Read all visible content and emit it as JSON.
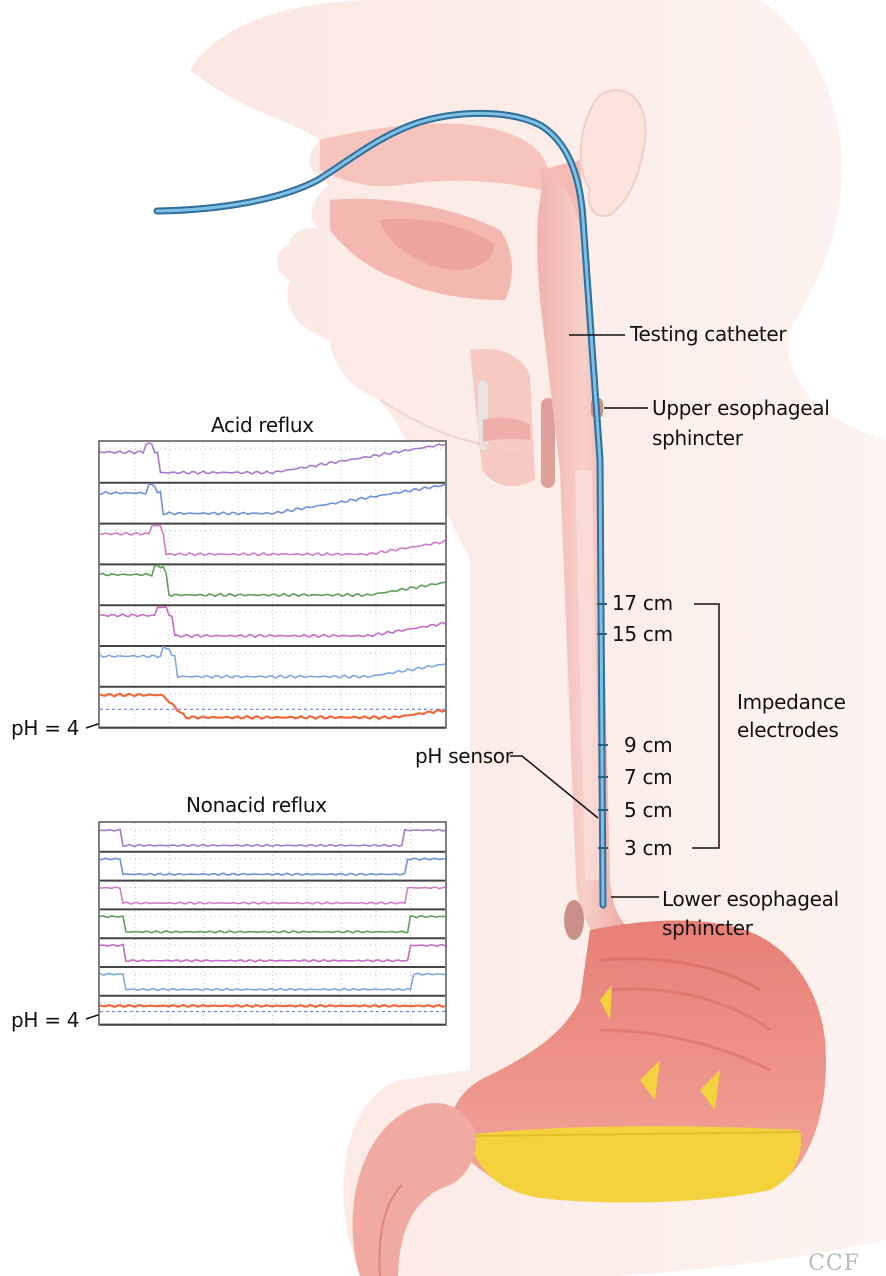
{
  "labels": {
    "testing_catheter": "Testing catheter",
    "upper_sphincter_line1": "Upper esophageal",
    "upper_sphincter_line2": "sphincter",
    "lower_sphincter_line1": "Lower esophageal",
    "lower_sphincter_line2": "sphincter",
    "impedance_line1": "Impedance",
    "impedance_line2": "electrodes",
    "ph_sensor": "pH sensor",
    "distances": [
      "17 cm",
      "15 cm",
      "9 cm",
      "7 cm",
      "5 cm",
      "3 cm"
    ]
  },
  "panels": {
    "acid": {
      "title": "Acid reflux",
      "ph_label": "pH = 4"
    },
    "nonacid": {
      "title": "Nonacid reflux",
      "ph_label": "pH = 4"
    }
  },
  "trace_colors": [
    "#a67bc8",
    "#6f8fd6",
    "#d07cc8",
    "#5e9e5a",
    "#c66bc4",
    "#7ea7e0",
    "#ee6a3c"
  ],
  "credit": "CCF"
}
